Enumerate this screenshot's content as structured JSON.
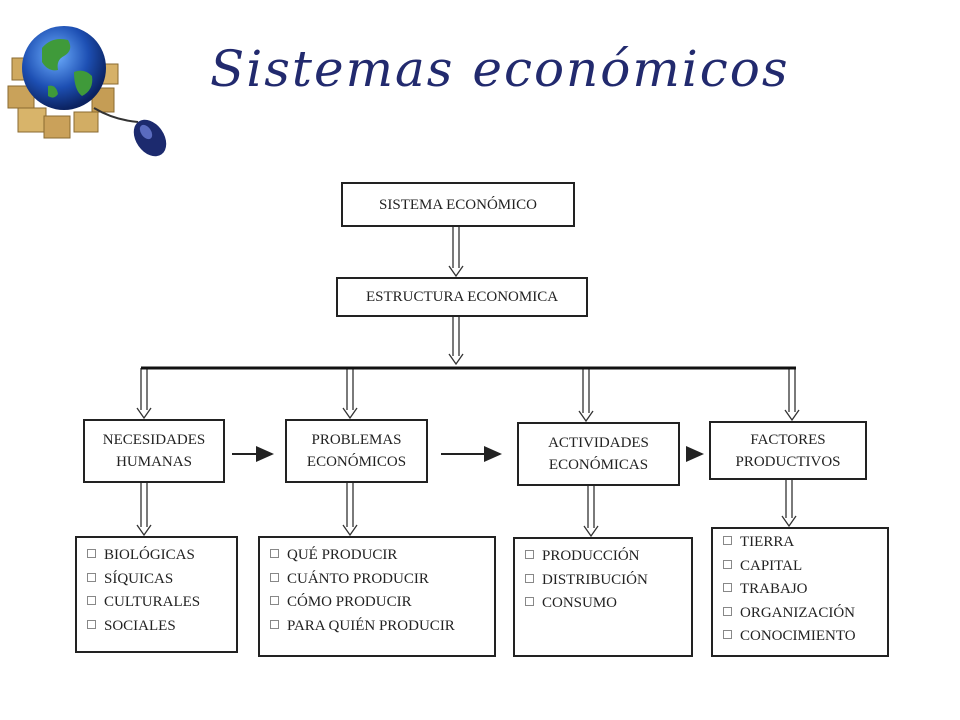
{
  "title": "Sistemas económicos",
  "logo": {
    "icon": "globe-mouse-icon"
  },
  "diagram": {
    "root": "SISTEMA ECONÓMICO",
    "structure": "ESTRUCTURA ECONOMICA",
    "categories": [
      {
        "line1": "NECESIDADES",
        "line2": "HUMANAS",
        "items": [
          "BIOLÓGICAS",
          "SÍQUICAS",
          "CULTURALES",
          "SOCIALES"
        ]
      },
      {
        "line1": "PROBLEMAS",
        "line2": "ECONÓMICOS",
        "items": [
          "QUÉ PRODUCIR",
          "CUÁNTO PRODUCIR",
          "CÓMO PRODUCIR",
          "PARA QUIÉN PRODUCIR"
        ]
      },
      {
        "line1": "ACTIVIDADES",
        "line2": "ECONÓMICAS",
        "items": [
          "PRODUCCIÓN",
          "DISTRIBUCIÓN",
          "CONSUMO"
        ]
      },
      {
        "line1": "FACTORES",
        "line2": "PRODUCTIVOS",
        "items": [
          "TIERRA",
          "CAPITAL",
          "TRABAJO",
          "ORGANIZACIÓN",
          "CONOCIMIENTO"
        ]
      }
    ]
  }
}
